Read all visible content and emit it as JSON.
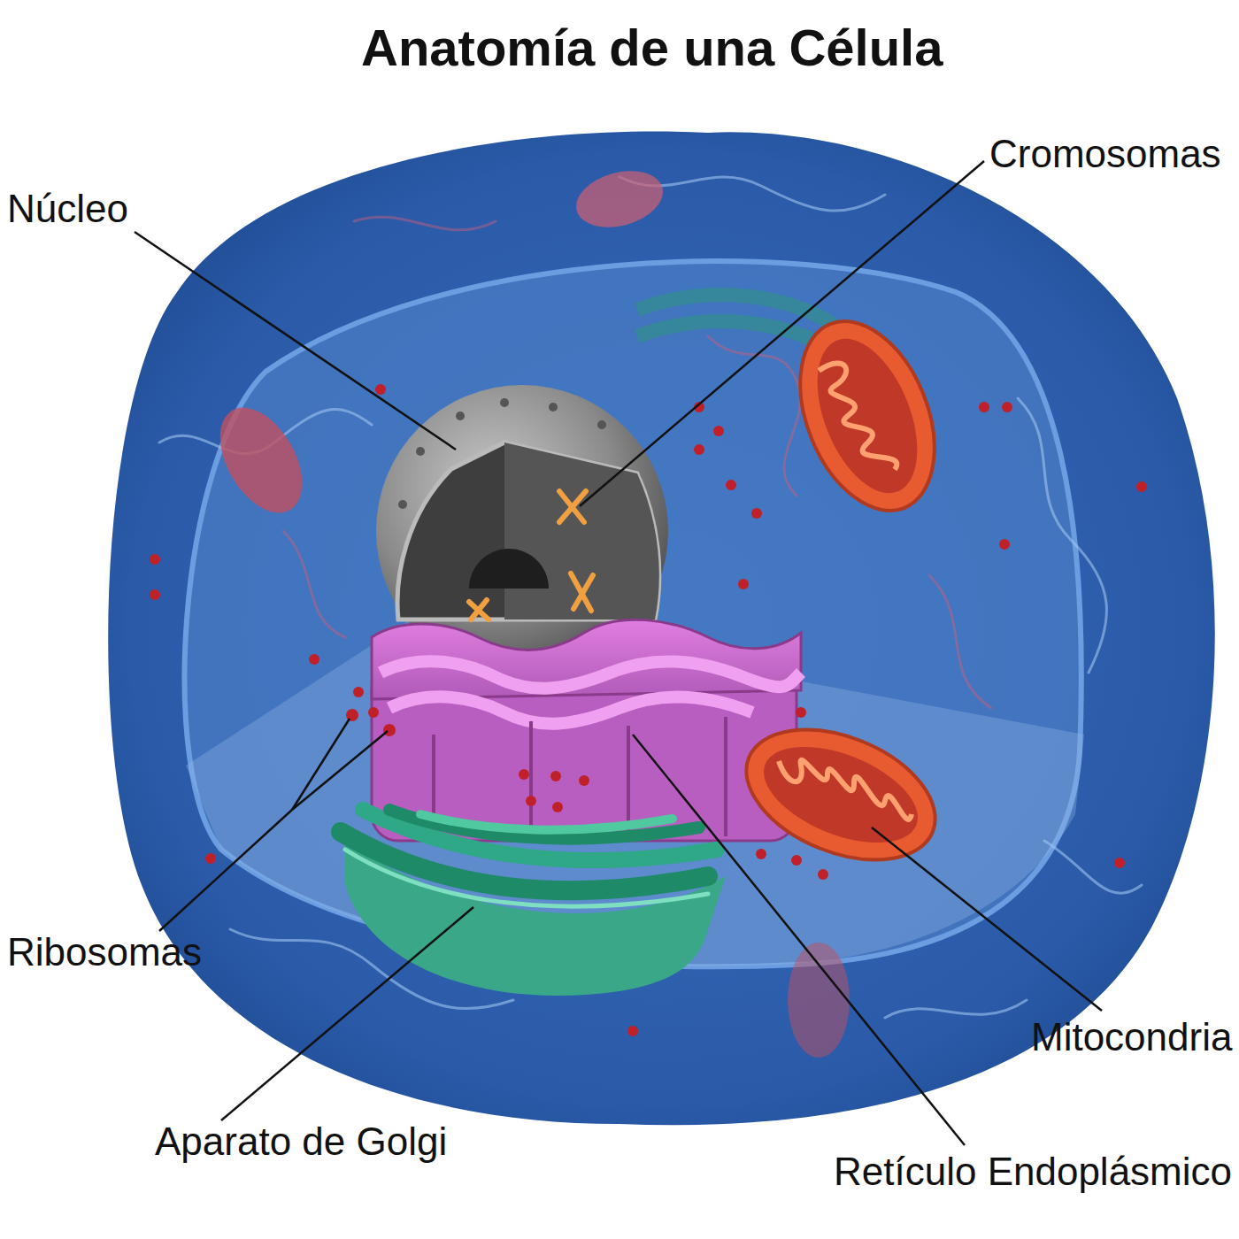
{
  "diagram": {
    "title": "Anatomía de una Célula",
    "labels": [
      "Núcleo",
      "Cromosomas",
      "Ribosomas",
      "Aparato de Golgi",
      "Mitocondria",
      "Retículo Endoplásmico"
    ]
  }
}
